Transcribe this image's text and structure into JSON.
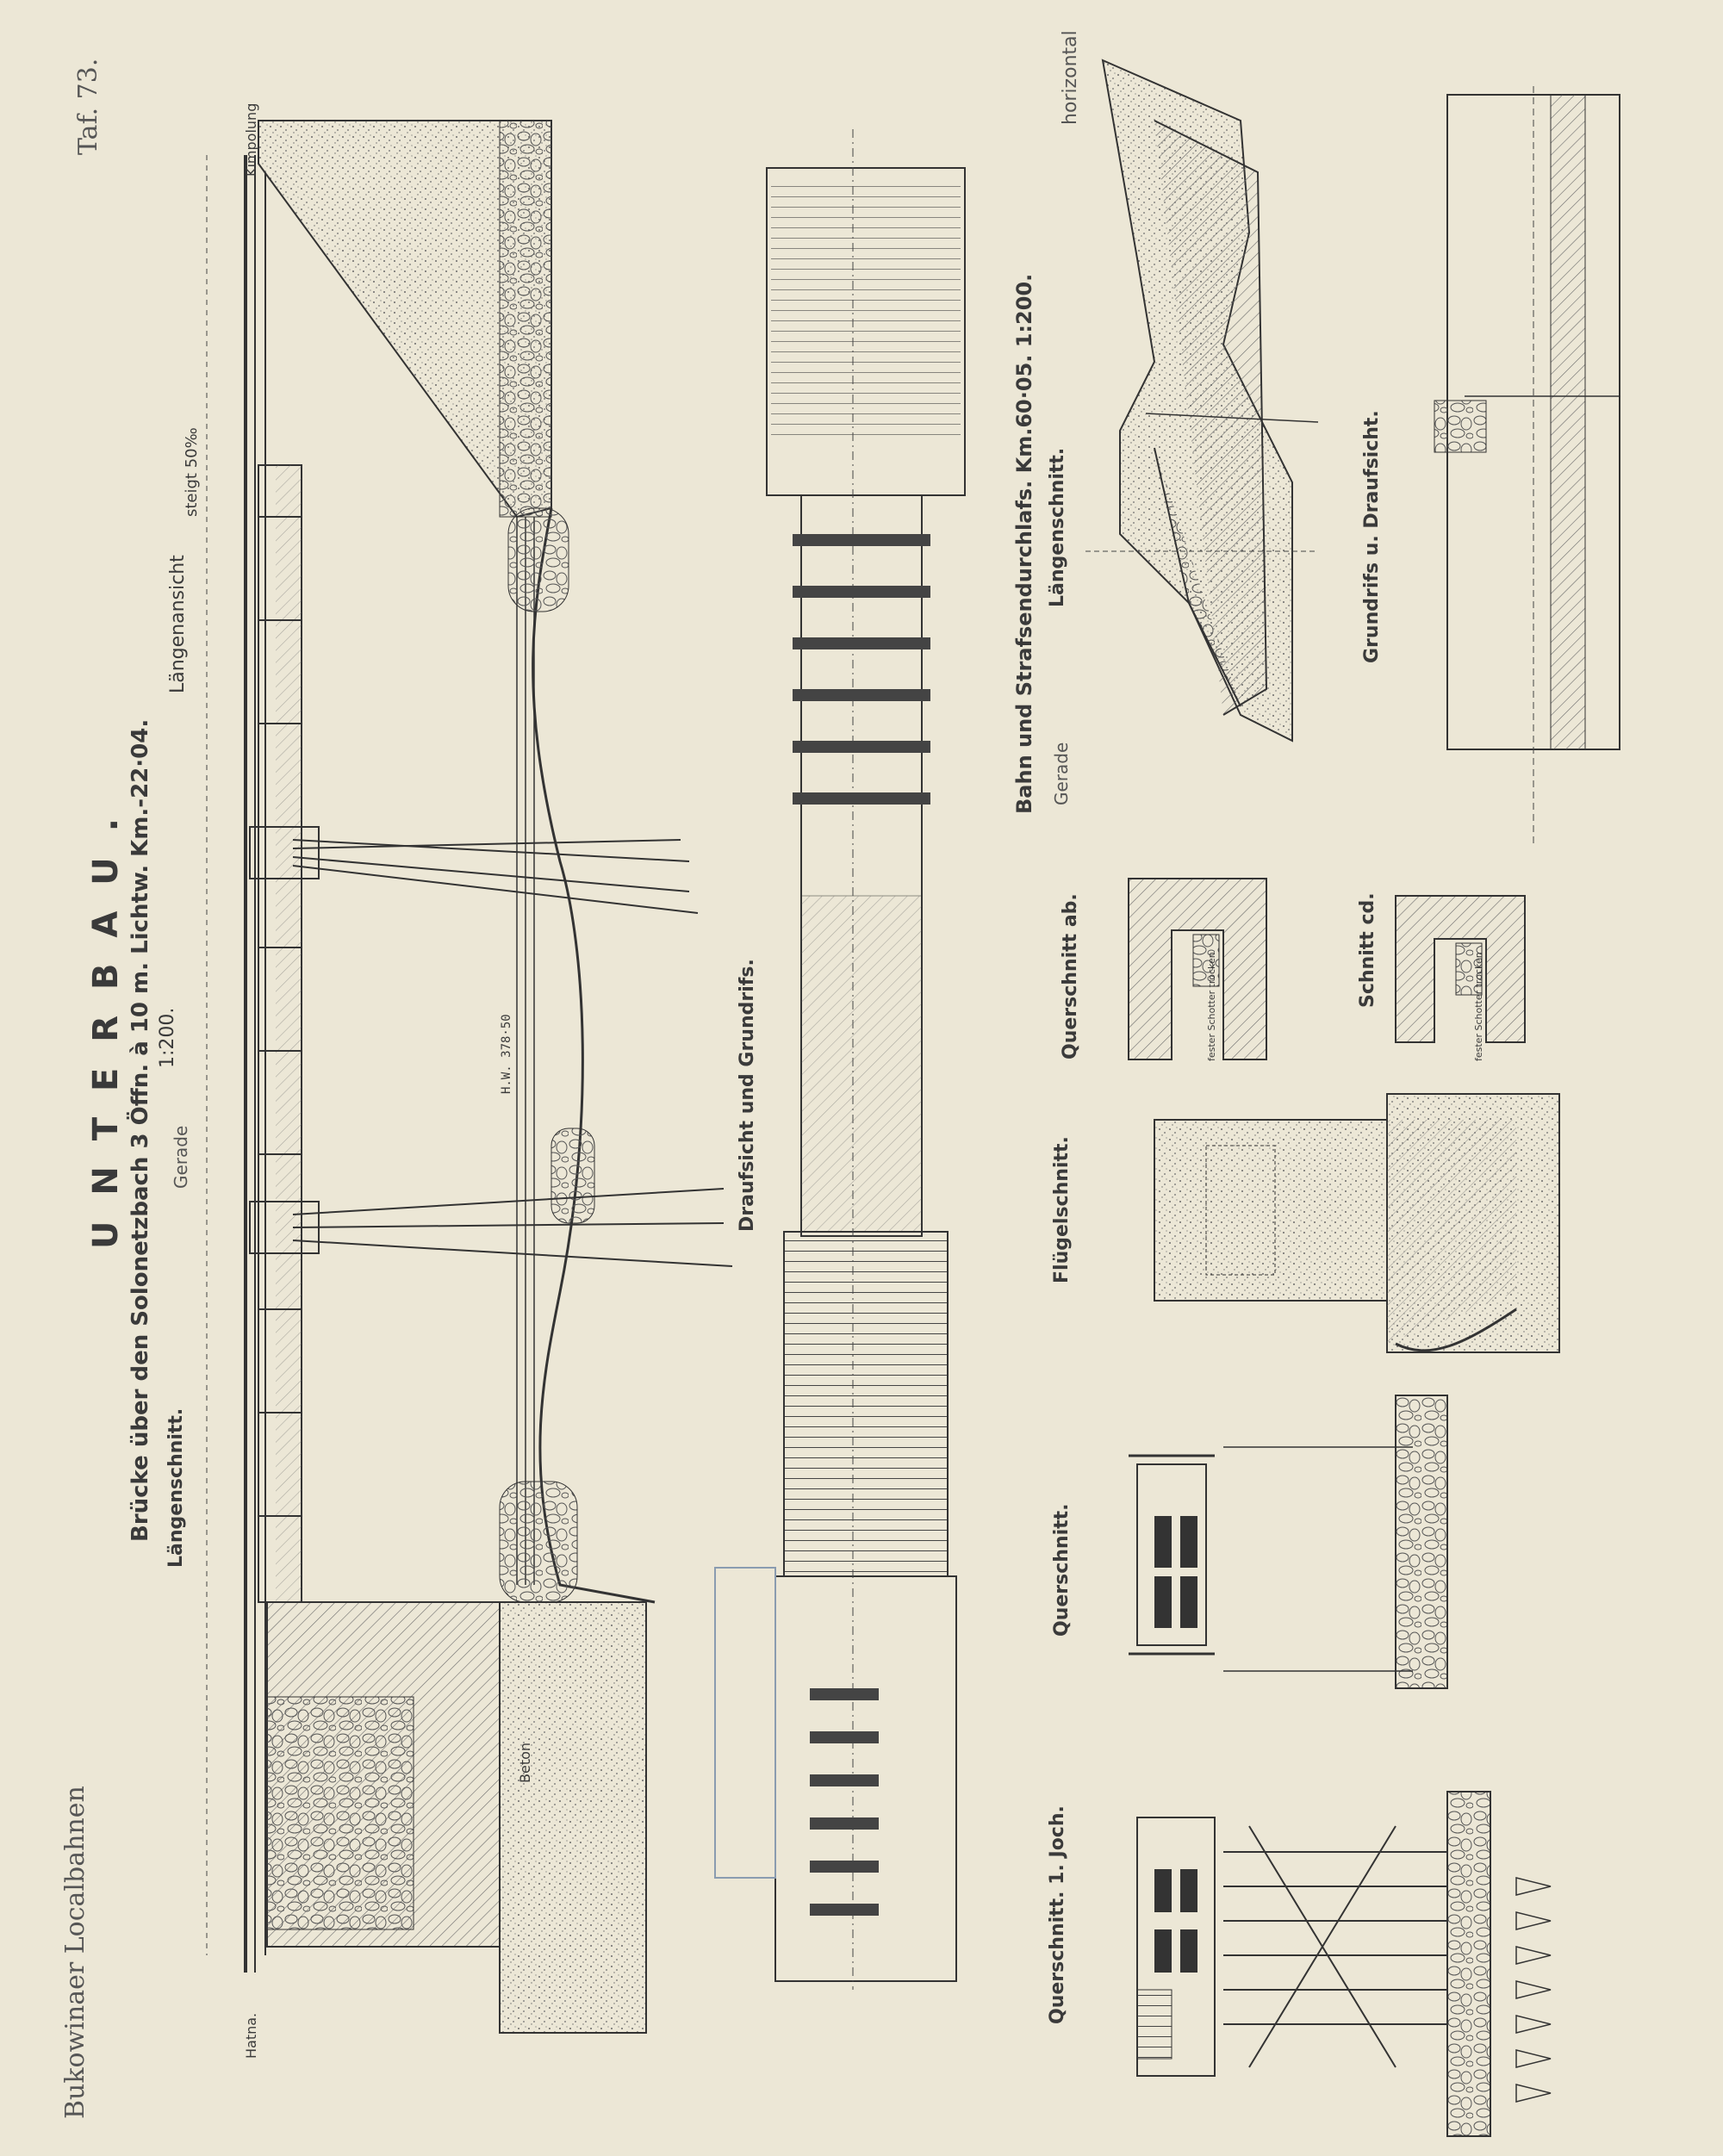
{
  "series": "Bukowinaer Localbahnen",
  "plate": "Taf. 73.",
  "heading": "U N T E R B A U .",
  "bridge": {
    "title": "Brücke über den Solonetzbach 3 Öffn. à 10 m. Lichtw. Km.-22·04.",
    "scale": "1:200.",
    "long_section": "Längenschnitt.",
    "long_view": "Längenansicht",
    "plan": "Draufsicht und Grundrifs.",
    "cross_section": "Querschnitt.",
    "cross_section_joch": "Querschnitt. 1. Joch.",
    "wing_section": "Flügelschnitt.",
    "left_place": "Hatna.",
    "right_place": "Kimpolung",
    "gradient": "steigt 50‰",
    "alignment": "Gerade",
    "beton": "Beton",
    "hw": "H.W. 378·50"
  },
  "culvert": {
    "title": "Bahn und Strafsendurchlafs. Km.60·05. 1:200.",
    "alignment": "Gerade",
    "long_section": "Längenschnitt.",
    "section_ab": "Querschnitt ab.",
    "section_cd": "Schnitt cd.",
    "plan": "Grundrifs u. Draufsicht.",
    "horizontal": "horizontal",
    "fill_note": "fester Schotter trocken"
  },
  "colors": {
    "paper": "#ece7d6",
    "ink": "#3a3a3a",
    "hatch": "#6a6a6a"
  }
}
